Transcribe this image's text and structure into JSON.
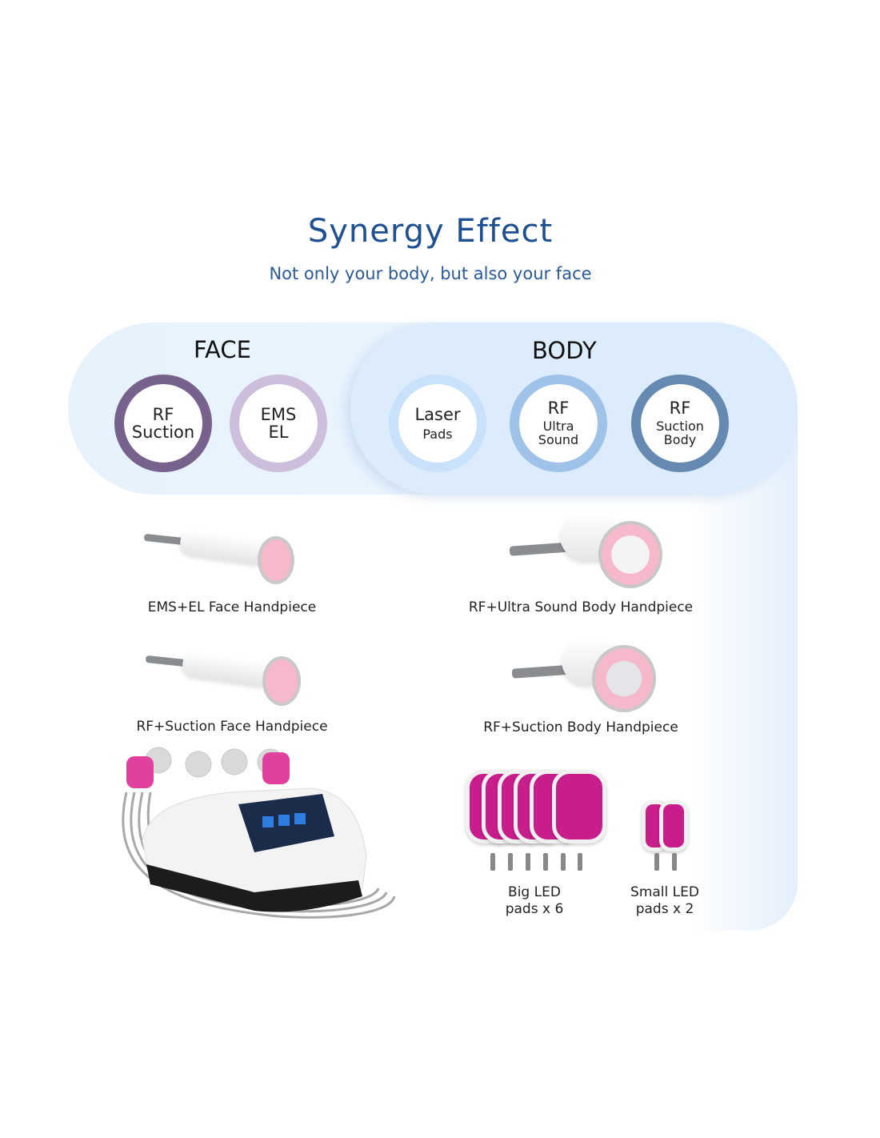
{
  "header": {
    "title": "Synergy Effect",
    "subtitle": "Not only your body, but also your face"
  },
  "face": {
    "label": "FACE",
    "circles": [
      {
        "line1": "RF",
        "line2": "Suction",
        "ring_color": "#76628c"
      },
      {
        "line1": "EMS",
        "line2": "EL",
        "ring_color": "#cdbfdc"
      }
    ]
  },
  "body": {
    "label": "BODY",
    "circles": [
      {
        "line1": "Laser",
        "line2": "Pads",
        "ring_color": "#c9e1fa"
      },
      {
        "line1": "RF",
        "line2": "Ultra",
        "line3": "Sound",
        "ring_color": "#9fc3e8"
      },
      {
        "line1": "RF",
        "line2": "Suction",
        "line3": "Body",
        "ring_color": "#6589b0"
      }
    ]
  },
  "products": {
    "ems_el_face": "EMS+EL Face Handpiece",
    "rf_ultrasound_body": "RF+Ultra Sound Body Handpiece",
    "rf_suction_face": "RF+Suction Face Handpiece",
    "rf_suction_body": "RF+Suction Body Handpiece",
    "big_led": {
      "line1": "Big LED",
      "line2": "pads x 6"
    },
    "small_led": {
      "line1": "Small LED",
      "line2": "pads x 2"
    }
  },
  "colors": {
    "title": "#1d4f91",
    "pad": "#c81e8c",
    "head_pink": "#f6b8cb"
  }
}
